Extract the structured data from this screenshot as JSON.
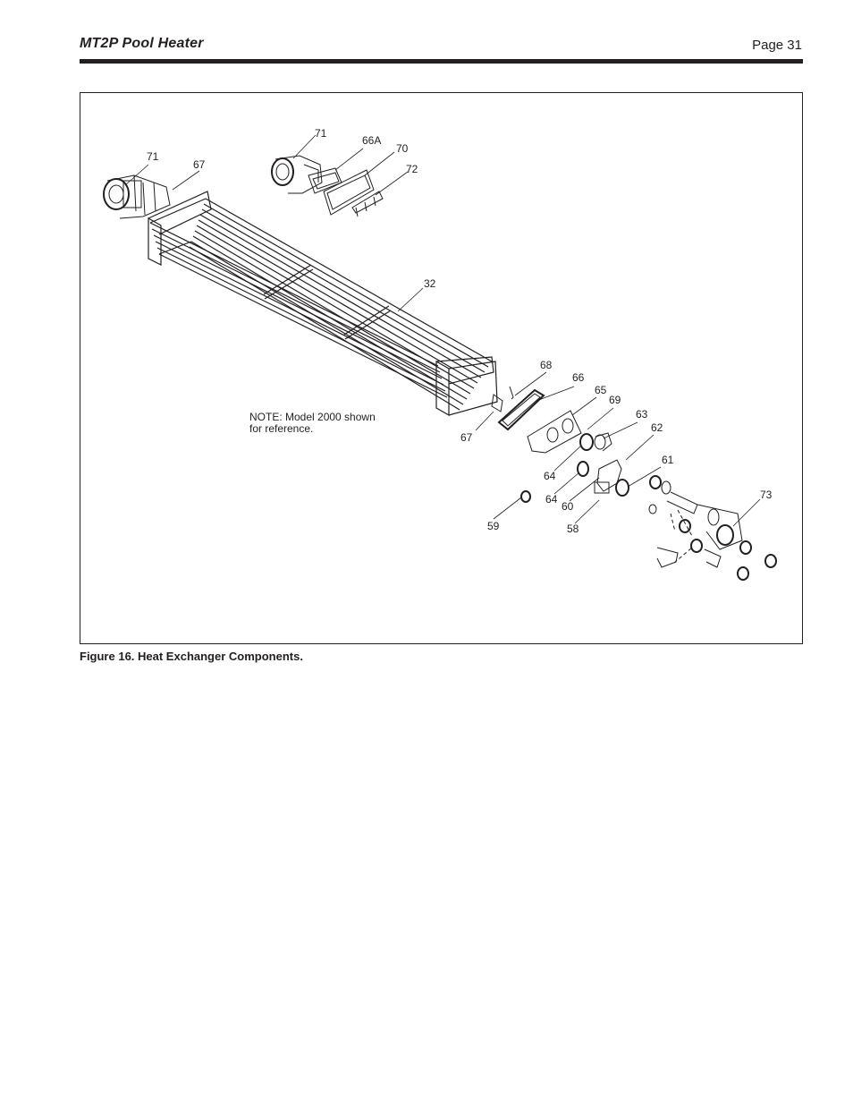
{
  "header": {
    "title": "MT2P Pool Heater",
    "page": "Page 31"
  },
  "figure": {
    "note_line1": "NOTE: Model 2000 shown",
    "note_line2": "for reference.",
    "caption": "Figure 16. Heat Exchanger Components.",
    "callouts": [
      "71",
      "67",
      "71",
      "66A",
      "70",
      "72",
      "32",
      "68",
      "66",
      "65",
      "69",
      "67",
      "63",
      "62",
      "64",
      "61",
      "64",
      "60",
      "73",
      "59",
      "58"
    ]
  }
}
